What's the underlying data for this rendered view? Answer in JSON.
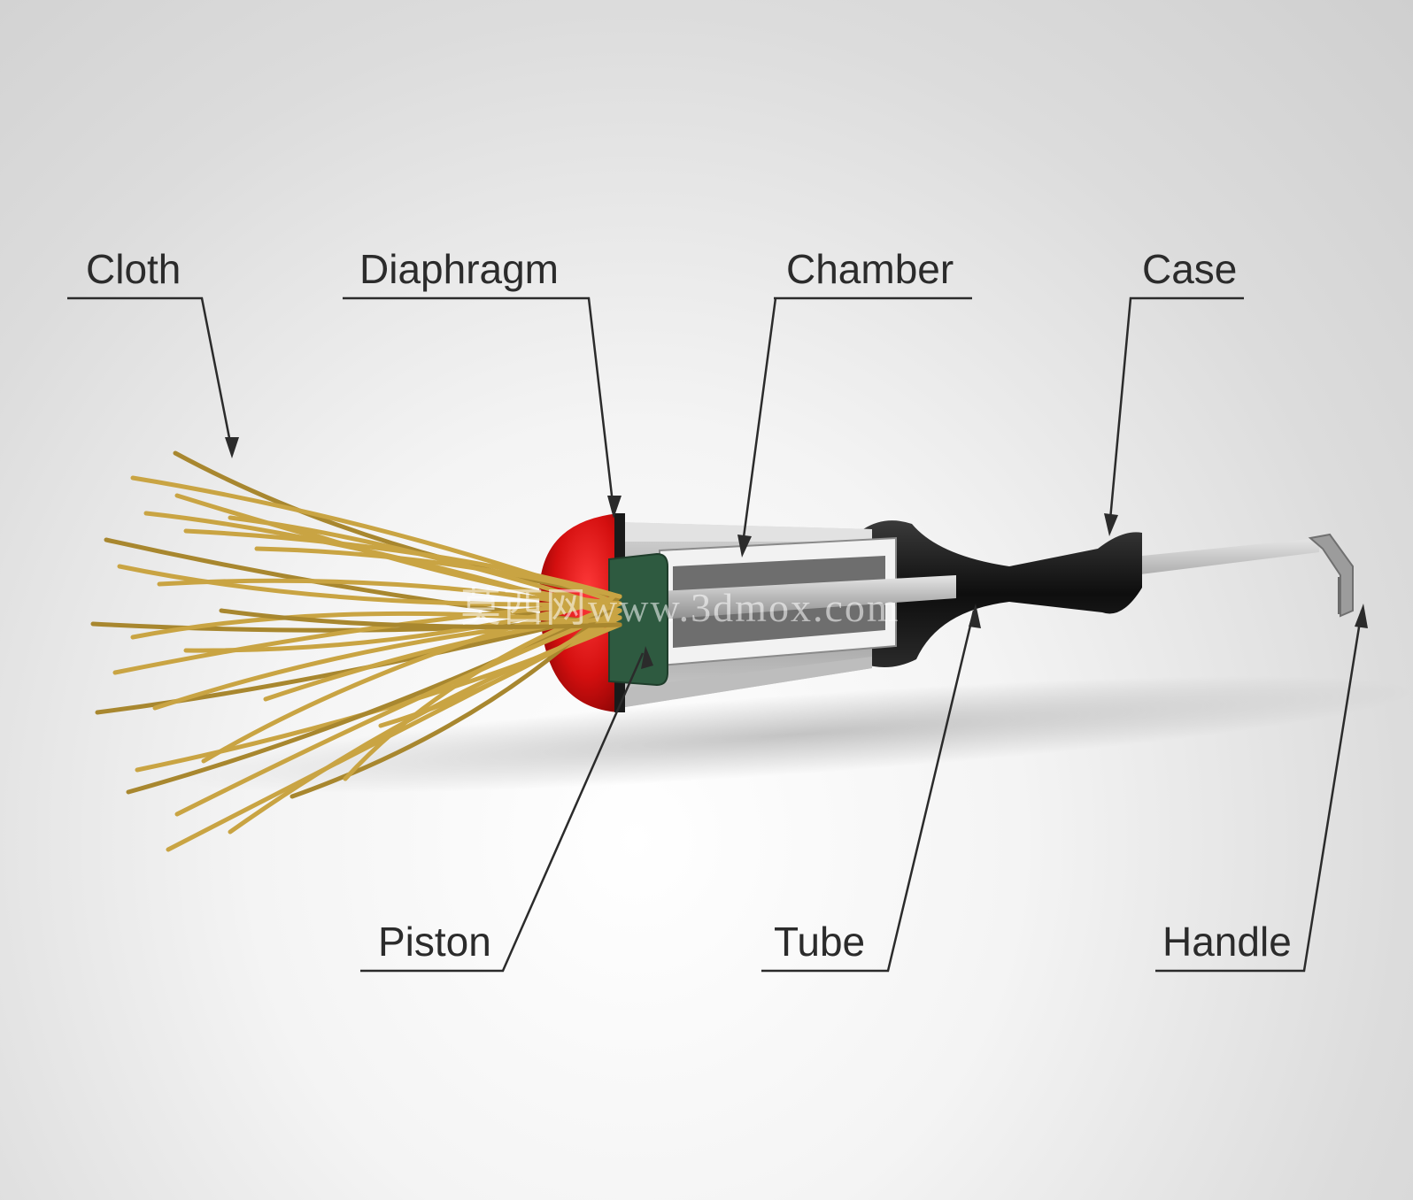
{
  "labels": {
    "cloth": "Cloth",
    "diaphragm": "Diaphragm",
    "chamber": "Chamber",
    "case": "Case",
    "piston": "Piston",
    "tube": "Tube",
    "handle": "Handle"
  },
  "watermark": "莫西网www.3dmox.com",
  "colors": {
    "cloth_strands": "#c9a443",
    "diaphragm": "#d41414",
    "piston": "#2e5a40",
    "case": "#1a1a1a",
    "tube": "#bdbdbd",
    "callout_lines": "#2b2b2b"
  }
}
